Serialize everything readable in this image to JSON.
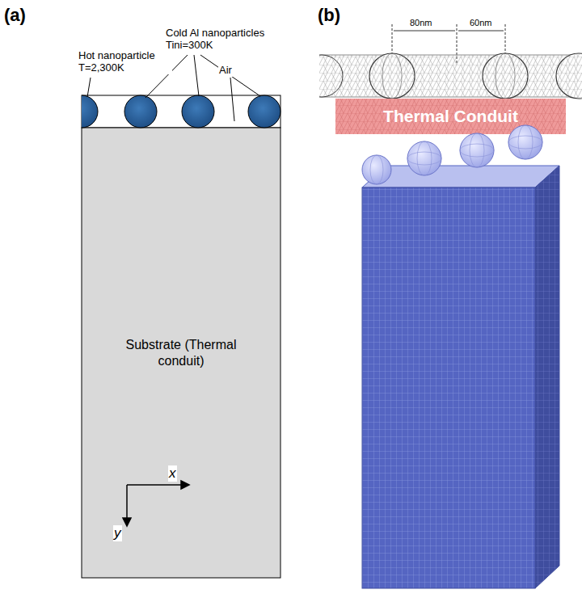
{
  "diagram": {
    "nodes": [
      {
        "text": [
          "Substrate (Thermal conduit)"
        ]
      },
      {
        "text": [
          "Thermal Conduit"
        ]
      }
    ],
    "labels": [
      "(a)",
      "(b)",
      "Hot nanoparticle T=2,300K",
      "Cold Al nanoparticles Tini=300K",
      "Air",
      "x",
      "y",
      "80nm",
      "60nm"
    ]
  }
}
